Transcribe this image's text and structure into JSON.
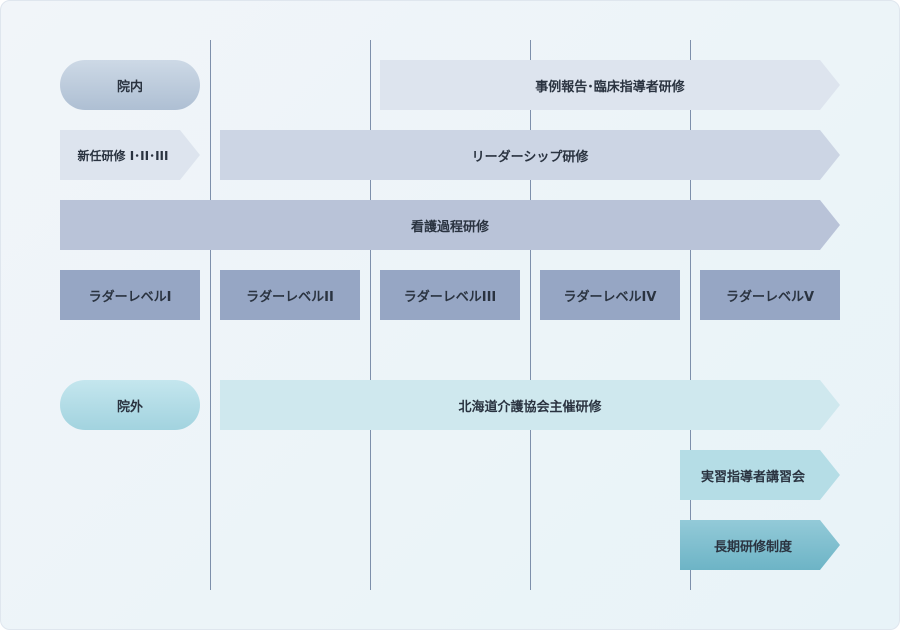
{
  "labels": {
    "innai": "院内",
    "case_report": "事例報告･臨床指導者研修",
    "new_staff": "新任研修 I･II･III",
    "leadership": "リーダーシップ研修",
    "nursing_process": "看護過程研修",
    "gaibu": "院外",
    "hokkaido": "北海道介護協会主催研修",
    "practicum": "実習指導者講習会",
    "long_term": "長期研修制度"
  },
  "ladder_levels": [
    "ラダーレベルI",
    "ラダーレベルII",
    "ラダーレベルIII",
    "ラダーレベルIV",
    "ラダーレベルV"
  ],
  "colors": {
    "innai_pill": "#b7c7da",
    "case_report": "#dde4ee",
    "new_staff": "#dde4ee",
    "leadership": "#ccd5e4",
    "nursing_process": "#b9c3d8",
    "ladder_box": "#96a6c4",
    "gaibu_pill": "#a9d7e2",
    "hokkaido": "#cfe8ee",
    "practicum": "#b5dde6",
    "long_term": "#79bccd"
  }
}
